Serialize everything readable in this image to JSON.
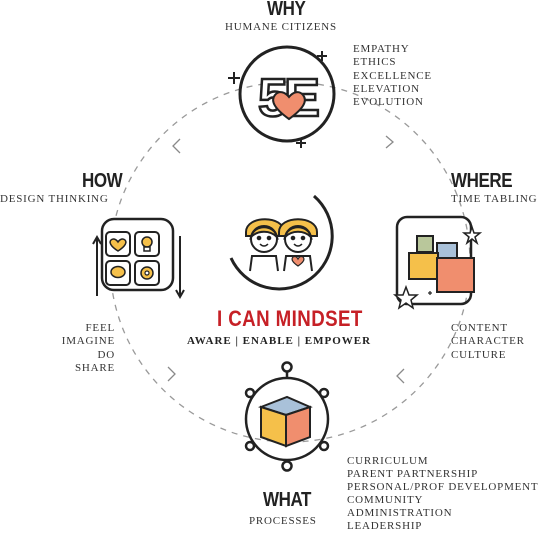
{
  "why": {
    "heading": "WHY",
    "subtitle_pre": "HUMANE",
    "subtitle_post": "CITIZENS",
    "badge": "5E",
    "items": [
      "EMPATHY",
      "ETHICS",
      "EXCELLENCE",
      "ELEVATION",
      "EVOLUTION"
    ]
  },
  "how": {
    "heading": "HOW",
    "subtitle": "DESIGN THINKING",
    "items": [
      "FEEL",
      "IMAGINE",
      "DO",
      "SHARE"
    ]
  },
  "where": {
    "heading": "WHERE",
    "subtitle": "TIME TABLING",
    "items": [
      "CONTENT",
      "CHARACTER",
      "CULTURE"
    ]
  },
  "what": {
    "heading": "WHAT",
    "subtitle": "PROCESSES",
    "items": [
      "CURRICULUM",
      "PARENT PARTNERSHIP",
      "PERSONAL/PROF DEVELOPMENT",
      "COMMUNITY",
      "ADMINISTRATION",
      "LEADERSHIP"
    ]
  },
  "center": {
    "title": "I CAN MINDSET",
    "tagline": "AWARE | ENABLE | EMPOWER"
  },
  "colors": {
    "accent_red": "#c62026",
    "salmon": "#f08e6e",
    "yellow": "#f5c04a",
    "blue": "#a9c1d9",
    "green": "#b9c79b",
    "dark": "#222222"
  },
  "icons": {
    "why": "5e-heart-icon",
    "how": "design-thinking-grid-icon",
    "where": "timetable-blocks-icon",
    "what": "cube-network-icon",
    "center": "children-faces-icon"
  }
}
